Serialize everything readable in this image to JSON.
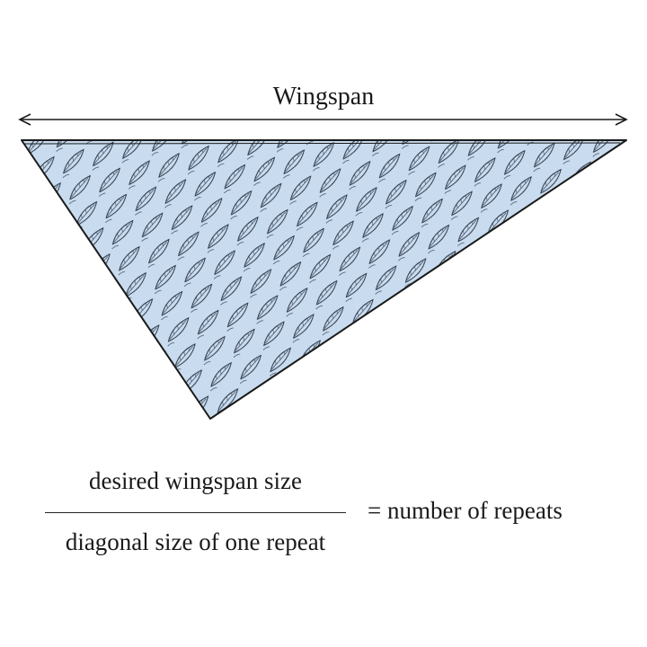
{
  "diagram": {
    "wingspan_label": "Wingspan",
    "shawl_fill_color": "#c9dcef",
    "outline_color": "#1a1a1a"
  },
  "formula": {
    "numerator": "desired wingspan size",
    "denominator": "diagonal size of one repeat",
    "result": "= number of repeats"
  }
}
